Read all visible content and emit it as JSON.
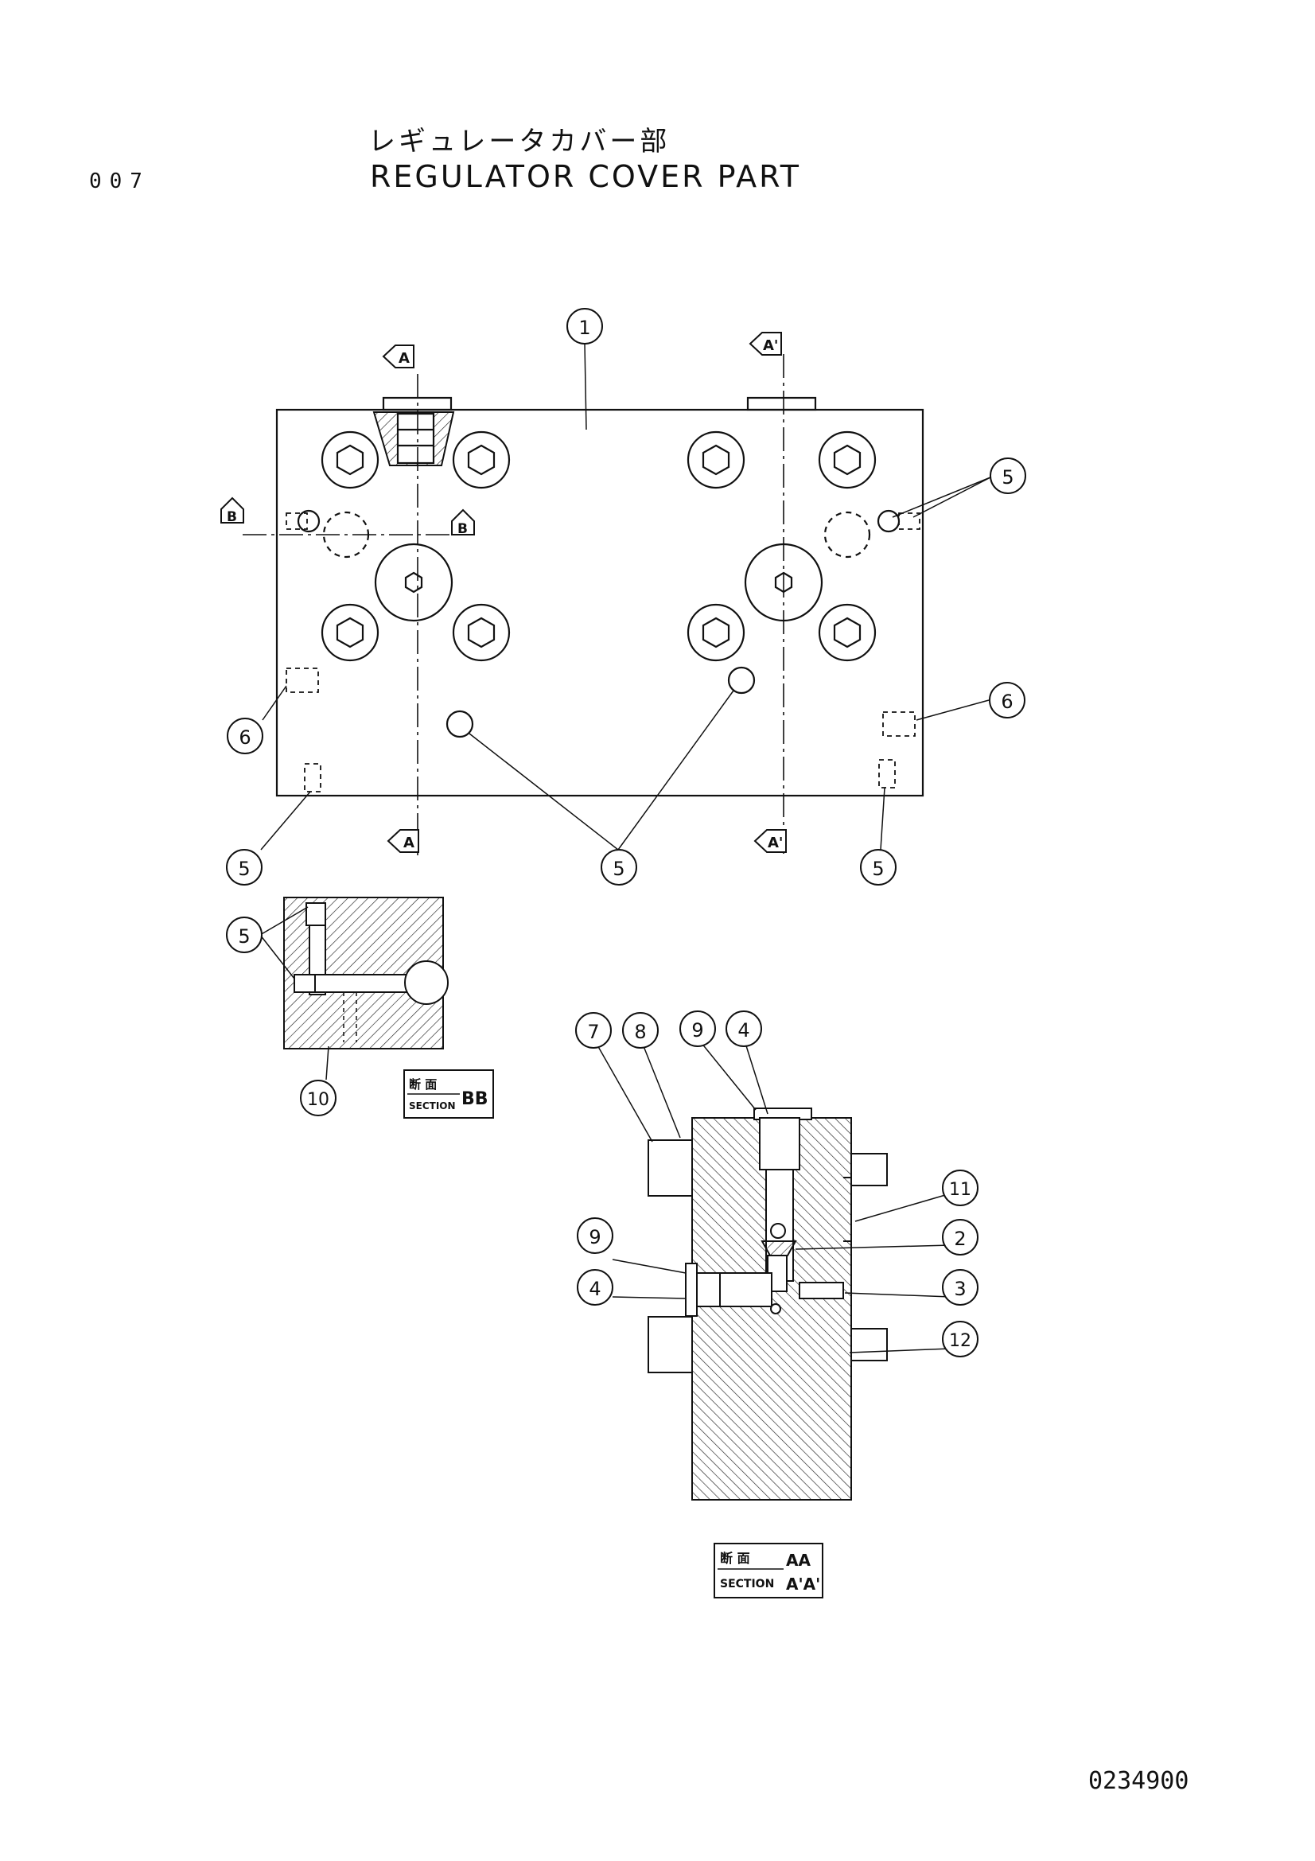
{
  "header": {
    "page_number": "007",
    "title_jp": "レギュレータカバー部",
    "title_en": "REGULATOR COVER PART"
  },
  "footer": {
    "document_code": "0234900"
  },
  "callouts": {
    "top_view": [
      "1",
      "5",
      "6",
      "6",
      "5",
      "5",
      "5"
    ],
    "section_bb": [
      "5",
      "10"
    ],
    "section_aa": [
      "7",
      "8",
      "9",
      "4",
      "11",
      "2",
      "9",
      "4",
      "3",
      "12"
    ]
  },
  "section_arrows": [
    "A",
    "A'",
    "B",
    "B",
    "A",
    "A'"
  ],
  "section_labels": {
    "bb": {
      "jp": "断 面",
      "en": "SECTION",
      "id": "BB"
    },
    "aa": {
      "jp": "断 面",
      "en": "SECTION",
      "id": "AA",
      "id2": "A'A'"
    }
  }
}
